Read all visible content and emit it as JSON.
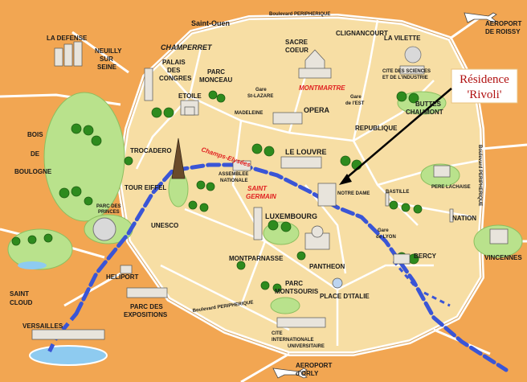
{
  "colors": {
    "background": "#f2a652",
    "paris_fill": "#f7dea4",
    "ring_road": "#ffffff",
    "seine": "#3a55d6",
    "parks": "#b9e28c",
    "trees": "#2e8b1e",
    "callout_text": "#b01010",
    "callout_box": "#ffffff"
  },
  "roads": {
    "peripherique_top": "Boulevard PERIPHERIQUE",
    "peripherique_bottom": "Boulevard PERIPHERIQUE",
    "peripherique_right": "Boulevard PERIPHERIQUE"
  },
  "callout": {
    "line1": "Résidence",
    "line2": "'Rivoli'"
  },
  "labels": {
    "saint_ouen": "Saint-Ouen",
    "aeroport_roissy_1": "AEROPORT",
    "aeroport_roissy_2": "DE ROISSY",
    "la_defense": "LA DEFENSE",
    "neuilly_1": "NEUILLY",
    "neuilly_2": "SUR",
    "neuilly_3": "SEINE",
    "champerret": "CHAMPERRET",
    "palais_1": "PALAIS",
    "palais_2": "DES",
    "palais_3": "CONGRES",
    "parc_monceau_1": "PARC",
    "parc_monceau_2": "MONCEAU",
    "etoile": "ETOILE",
    "sacre_coeur_1": "SACRE",
    "sacre_coeur_2": "COEUR",
    "montmartre": "MONTMARTRE",
    "clignancourt": "CLIGNANCOURT",
    "la_vilette": "LA VILETTE",
    "cite_sciences_1": "CITE DES SCIENCES",
    "cite_sciences_2": "ET DE L'INDUSTRIE",
    "gare_st_lazare_1": "Gare",
    "gare_st_lazare_2": "St-LAZARE",
    "madeleine": "MADELEINE",
    "opera": "OPERA",
    "gare_est_1": "Gare",
    "gare_est_2": "de l'EST",
    "buttes_1": "BUTTES",
    "buttes_2": "CHAUMONT",
    "republique": "REPUBLIQUE",
    "champs_elysees": "Champs-Elysées",
    "trocadero": "TROCADERO",
    "le_louvre": "LE LOUVRE",
    "bois_1": "BOIS",
    "bois_2": "DE",
    "bois_3": "BOULOGNE",
    "assemblee_1": "ASSEMBLEE",
    "assemblee_2": "NATIONALE",
    "saint_germain_1": "SAINT",
    "saint_germain_2": "GERMAIN",
    "tour_eiffel": "TOUR EIFFEL",
    "notre_dame": "NOTRE DAME",
    "bastille": "BASTILLE",
    "pere_lachaise": "PERE LACHAISE",
    "nation": "NATION",
    "parc_princes_1": "PARC DES",
    "parc_princes_2": "PRINCES",
    "unesco": "UNESCO",
    "luxembourg": "LUXEMBOURG",
    "gare_lyon_1": "Gare",
    "gare_lyon_2": "de LYON",
    "montparnasse": "MONTPARNASSE",
    "pantheon": "PANTHEON",
    "bercy": "BERCY",
    "vincennes": "VINCENNES",
    "heliport": "HELIPORT",
    "parc_montsouris_1": "PARC",
    "parc_montsouris_2": "MONTSOURIS",
    "place_italie": "PLACE D'ITALIE",
    "saint_cloud_1": "SAINT",
    "saint_cloud_2": "CLOUD",
    "parc_expo_1": "PARC DES",
    "parc_expo_2": "EXPOSITIONS",
    "versailles": "VERSAILLES",
    "cite_univ_1": "CITE",
    "cite_univ_2": "INTERNATIONALE",
    "cite_univ_3": "UNIVERSITAIRE",
    "aeroport_orly_1": "AEROPORT",
    "aeroport_orly_2": "d'ORLY"
  }
}
